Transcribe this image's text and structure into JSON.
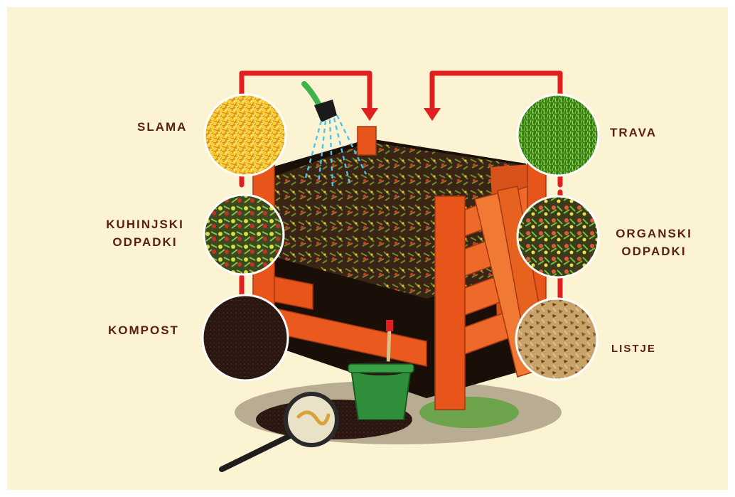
{
  "labels": {
    "slama": "SLAMA",
    "kuhinjski": [
      "KUHINJSKI",
      "ODPADKI"
    ],
    "kompost": "KOMPOST",
    "trava": "TRAVA",
    "organski": [
      "ORGANSKI",
      "ODPADKI"
    ],
    "listje": "LISTJE"
  },
  "colors": {
    "background": "#fbf3d1",
    "label_text": "#5a1e12",
    "arrow": "#e02020",
    "bin_wood": "#e8551a",
    "bin_wood_dark": "#b53a10",
    "compost": "#2a1610",
    "watering_hose": "#3fb24a",
    "water_spray": "#4fc3ea",
    "flower_pot": "#2f8f3a"
  },
  "icons": {
    "slama": "straw-texture-circle",
    "kuhinjski": "kitchen-waste-circle",
    "kompost": "compost-soil-circle",
    "trava": "grass-texture-circle",
    "organski": "organic-waste-circle",
    "listje": "leaves-texture-circle",
    "tool": "magnifying-glass-icon",
    "hose": "watering-hose-icon"
  }
}
